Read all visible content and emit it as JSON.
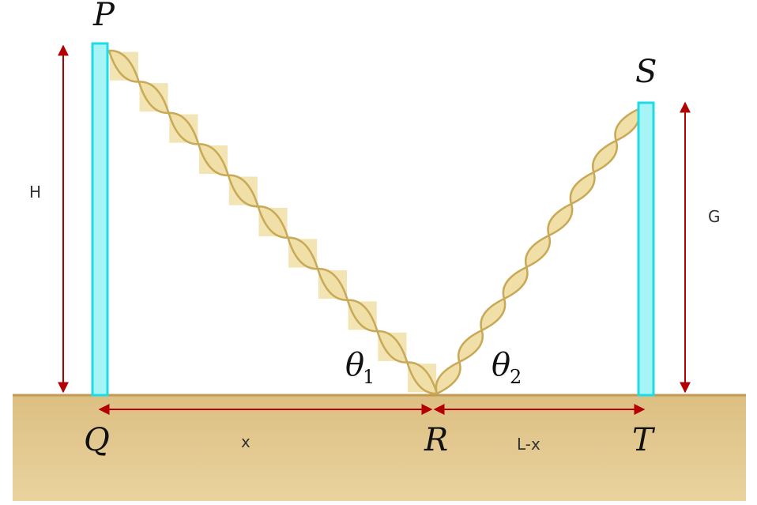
{
  "points": {
    "P": "P",
    "Q": "Q",
    "R": "R",
    "S": "S",
    "T": "T"
  },
  "dimensions": {
    "left_height": "H",
    "right_height": "G",
    "left_distance": "x",
    "right_distance": "L-x"
  },
  "angles": {
    "theta1_symbol": "θ",
    "theta1_subscript": "1",
    "theta2_symbol": "θ",
    "theta2_subscript": "2"
  },
  "colors": {
    "ground": "#e2c78a",
    "ground_edge": "#c9a35b",
    "pole_fill": "#9ff3f5",
    "pole_stroke": "#1fdbe6",
    "rope_fill": "#f0dfa6",
    "rope_stroke": "#c8a957",
    "arrow": "#b30000"
  }
}
